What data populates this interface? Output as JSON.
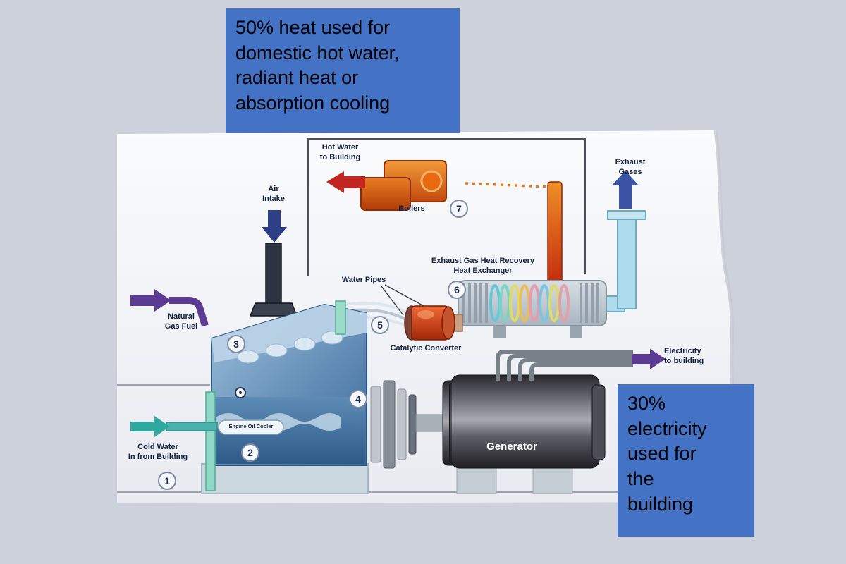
{
  "notes": {
    "heat": "50% heat used for\ndomestic hot water,\nradiant heat or\nabsorption cooling",
    "electricity": "30%\nelectricity\nused for\nthe\nbuilding"
  },
  "labels": {
    "hot_water": "Hot Water\nto Building",
    "boilers": "Boilers",
    "air_intake": "Air\nIntake",
    "exhaust_gases": "Exhaust\nGases",
    "heat_exchanger": "Exhaust Gas Heat Recovery\nHeat Exchanger",
    "water_pipes": "Water Pipes",
    "catalytic_converter": "Catalytic Converter",
    "natural_gas": "Natural\nGas Fuel",
    "cold_water": "Cold Water\nIn from Building",
    "engine_oil_cooler": "Engine Oil Cooler",
    "generator": "Generator",
    "electricity": "Electricity\nto building"
  },
  "markers": [
    "1",
    "2",
    "3",
    "4",
    "5",
    "6",
    "7"
  ],
  "colors": {
    "note_box": "#4472c4",
    "background": "#cdd1db",
    "hot_arrow": "#c22620",
    "exhaust_arrow": "#3b53a5",
    "gas_arrow": "#5c3c92",
    "water_arrow": "#2fa8a0"
  }
}
